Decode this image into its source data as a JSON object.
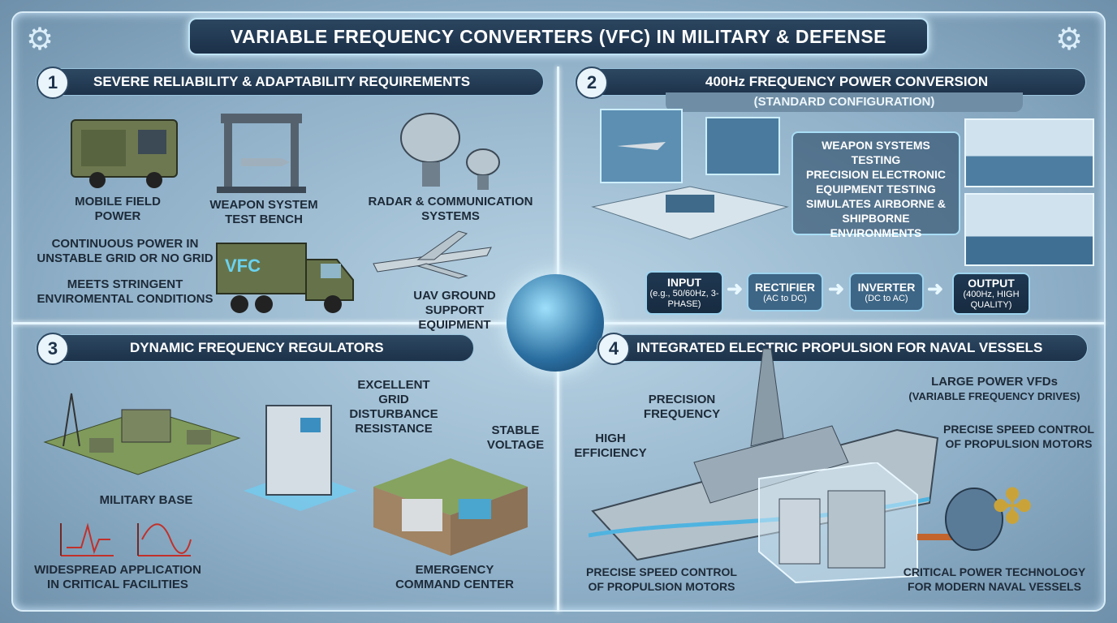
{
  "title": "VARIABLE FREQUENCY CONVERTERS (VFC) IN MILITARY & DEFENSE",
  "sections": [
    {
      "number": "1",
      "title": "SEVERE RELIABILITY & ADAPTABILITY REQUIREMENTS",
      "labels": {
        "mobile": "MOBILE FIELD POWER",
        "bench": "WEAPON SYSTEM TEST BENCH",
        "radar": "RADAR & COMMUNICATION SYSTEMS",
        "continuous": "CONTINUOUS POWER IN UNSTABLE GRID OR NO GRID",
        "meets": "MEETS STRINGENT ENVIROMENTAL CONDITIONS",
        "uav": "UAV GROUND SUPPORT EQUIPMENT",
        "truck_text": "VFC"
      }
    },
    {
      "number": "2",
      "title": "400Hz FREQUENCY POWER CONVERSION",
      "subtitle": "(STANDARD CONFIGURATION)",
      "features": [
        "WEAPON SYSTEMS TESTING",
        "PRECISION ELECTRONIC EQUIPMENT TESTING",
        "SIMULATES AIRBORNE & SHIPBORNE ENVIRONMENTS"
      ],
      "flow": [
        {
          "title": "INPUT",
          "sub": "(e.g., 50/60Hz, 3-PHASE)"
        },
        {
          "title": "RECTIFIER",
          "sub": "(AC to DC)"
        },
        {
          "title": "INVERTER",
          "sub": "(DC to AC)"
        },
        {
          "title": "OUTPUT",
          "sub": "(400Hz, HIGH QUALITY)"
        }
      ]
    },
    {
      "number": "3",
      "title": "DYNAMIC FREQUENCY REGULATORS",
      "labels": {
        "base": "MILITARY BASE",
        "grid": "EXCELLENT GRID DISTURBANCE RESISTANCE",
        "voltage": "STABLE VOLTAGE",
        "widespread": "WIDESPREAD APPLICATION IN CRITICAL FACILITIES",
        "emergency": "EMERGENCY COMMAND CENTER"
      }
    },
    {
      "number": "4",
      "title": "INTEGRATED ELECTRIC PROPULSION FOR NAVAL VESSELS",
      "labels": {
        "precision": "PRECISION FREQUENCY",
        "efficiency": "HIGH EFFICIENCY",
        "large": "LARGE POWER VFDs",
        "large_sub": "(VARIABLE FREQUENCY DRIVES)",
        "speed_right": "PRECISE SPEED CONTROL OF PROPULSION MOTORS",
        "speed_bottom": "PRECISE SPEED CONTROL OF PROPULSION MOTORS",
        "critical": "CRITICAL POWER TECHNOLOGY FOR MODERN NAVAL VESSELS"
      }
    }
  ],
  "colors": {
    "navy": "#1d324a",
    "glow": "#d9f2ff",
    "army": "#5f6b45"
  }
}
